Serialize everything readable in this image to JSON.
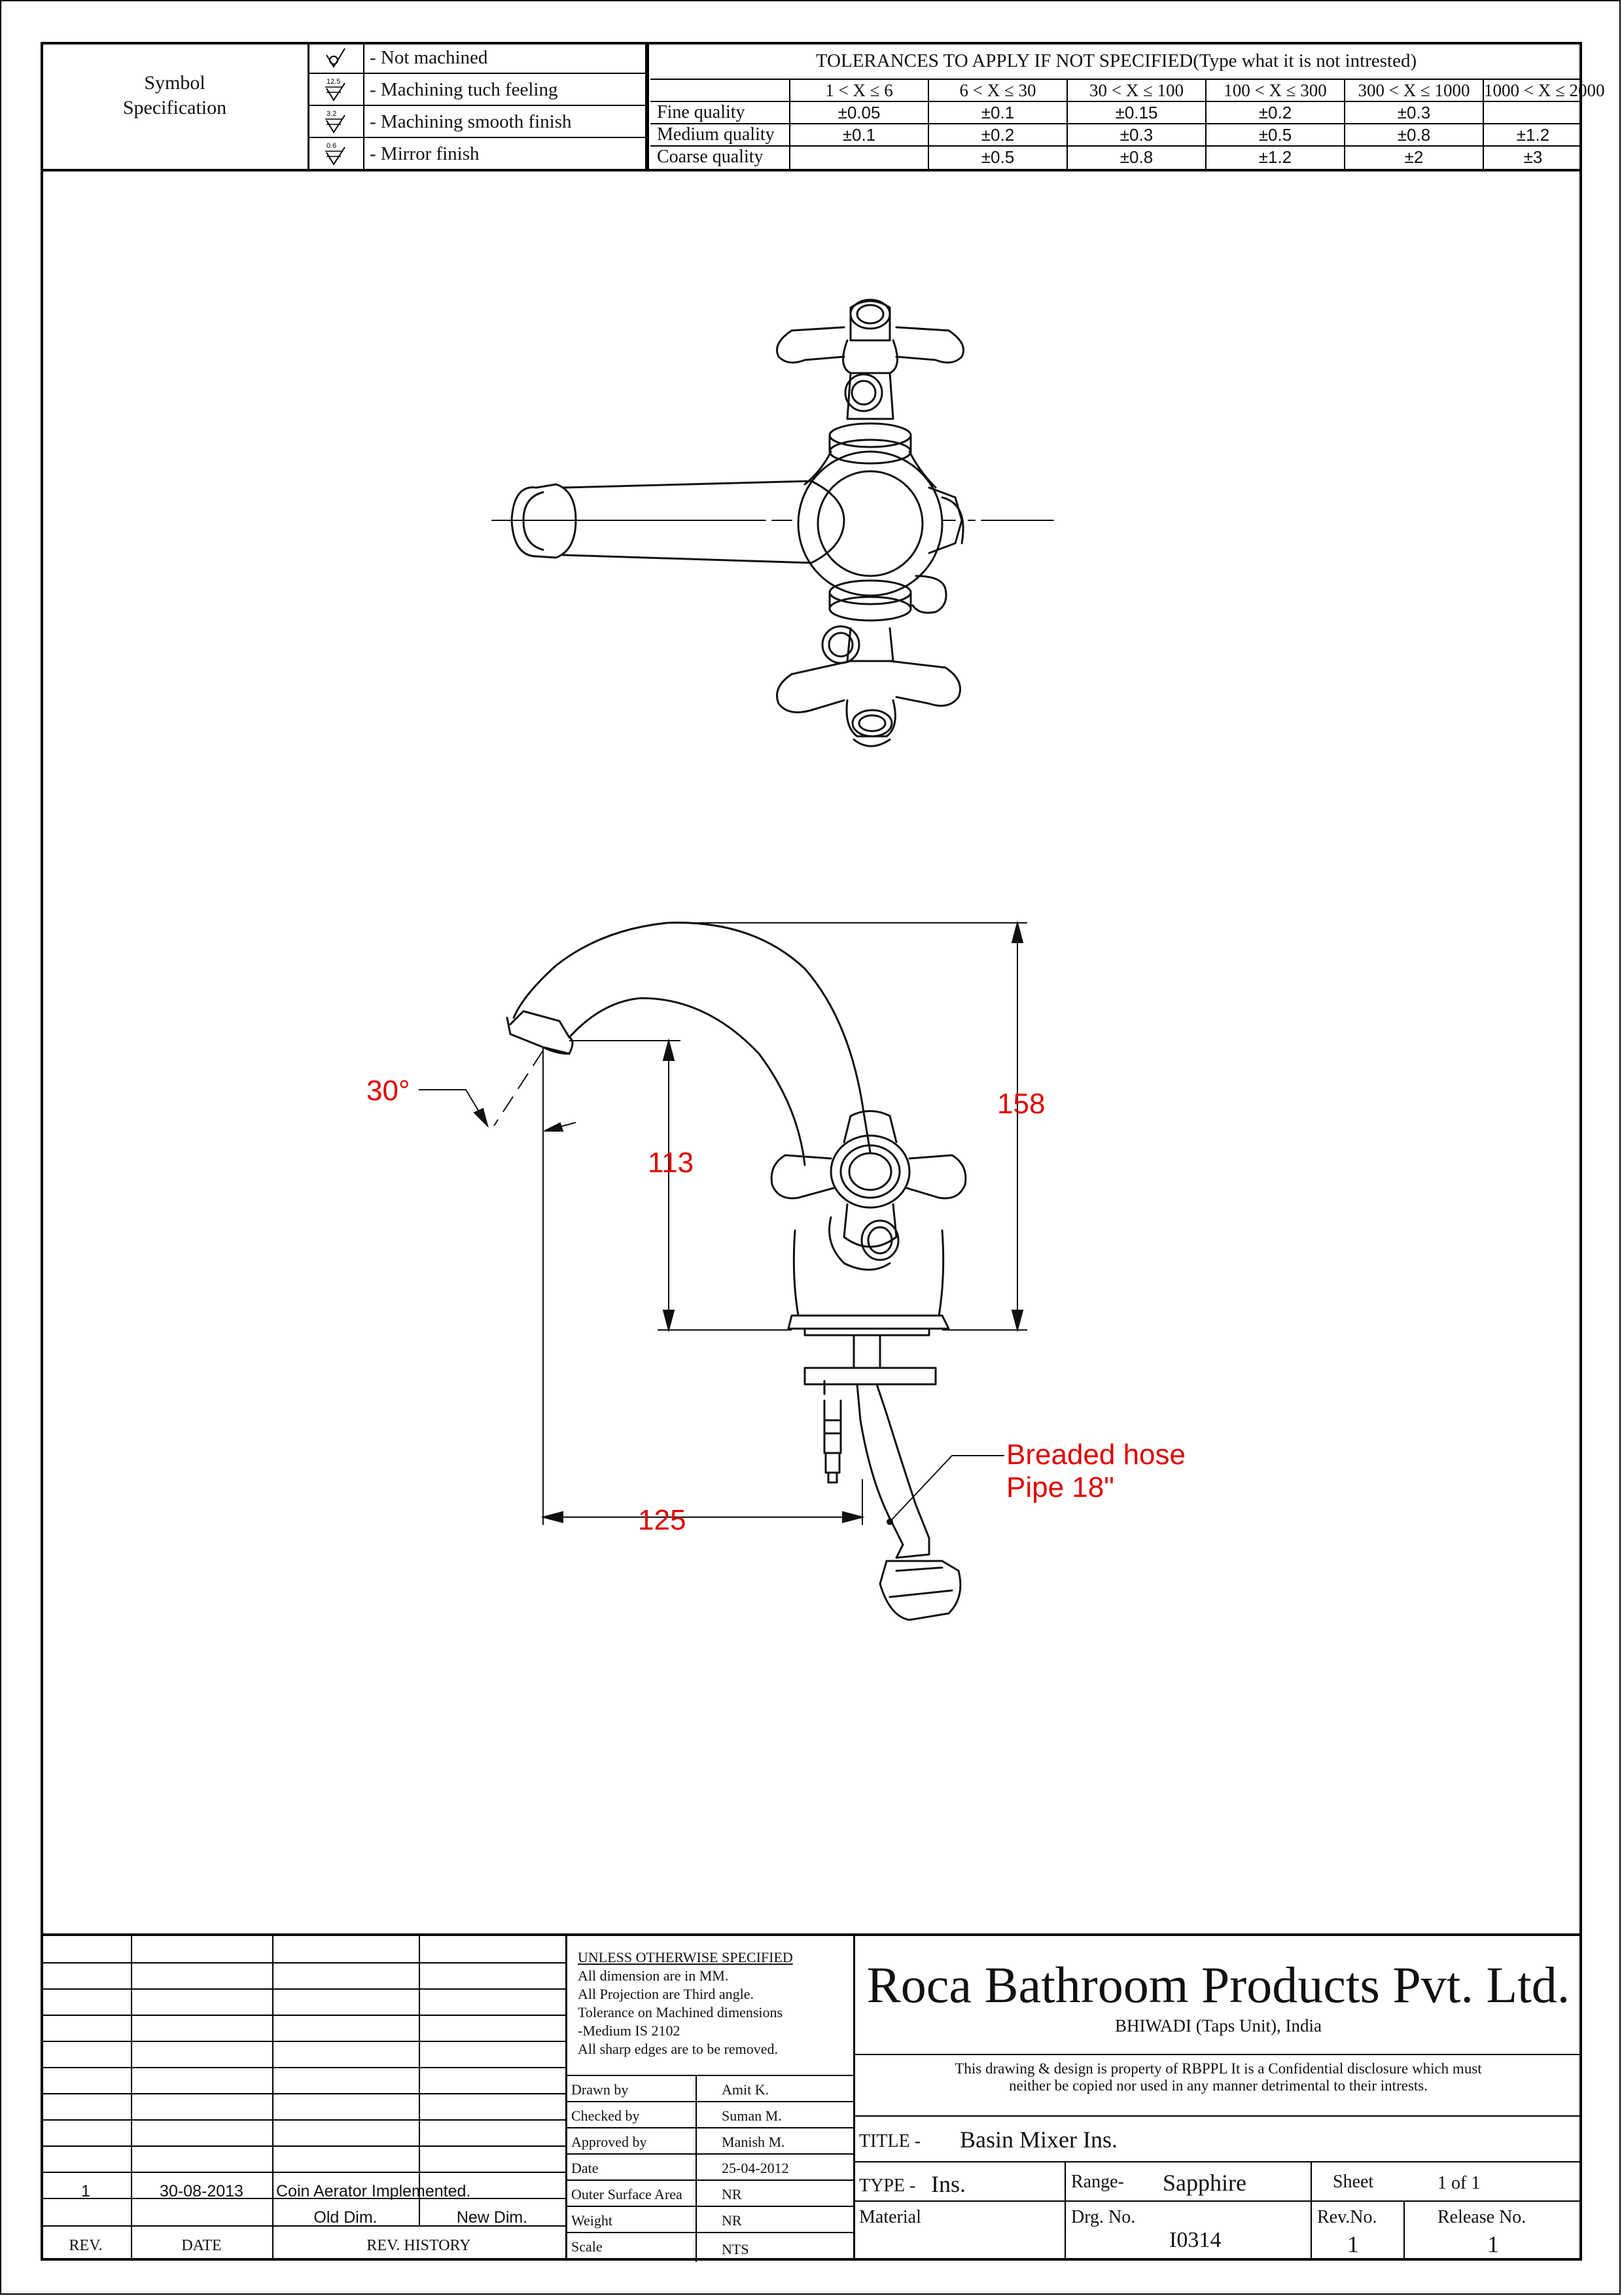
{
  "symbols": {
    "title_line1": "Symbol",
    "title_line2": "Specification",
    "items": [
      {
        "icon": "not-machined-symbol",
        "code": "",
        "label": "- Not machined"
      },
      {
        "icon": "machining-feel-symbol",
        "code": "12.5",
        "label": "- Machining tuch feeling"
      },
      {
        "icon": "smooth-finish-symbol",
        "code": "3.2",
        "label": "- Machining smooth finish"
      },
      {
        "icon": "mirror-finish-symbol",
        "code": "0.6",
        "label": "- Mirror finish"
      }
    ]
  },
  "tolerances": {
    "title": "TOLERANCES TO APPLY IF NOT SPECIFIED(Type what it is not intrested)",
    "columns": [
      "1 < X ≤ 6",
      "6 < X ≤ 30",
      "30 < X ≤ 100",
      "100 < X ≤ 300",
      "300 < X ≤ 1000",
      "1000 < X ≤ 2000"
    ],
    "rows": [
      {
        "quality": "Fine quality",
        "values": [
          "±0.05",
          "±0.1",
          "±0.15",
          "±0.2",
          "±0.3",
          ""
        ]
      },
      {
        "quality": "Medium quality",
        "values": [
          "±0.1",
          "±0.2",
          "±0.3",
          "±0.5",
          "±0.8",
          "±1.2"
        ]
      },
      {
        "quality": "Coarse quality",
        "values": [
          "",
          "±0.5",
          "±0.8",
          "±1.2",
          "±2",
          "±3"
        ]
      }
    ]
  },
  "dimensions": {
    "angle": "30°",
    "spout_height": "113",
    "total_height": "158",
    "reach": "125",
    "hose_line1": "Breaded hose",
    "hose_line2": "Pipe 18\""
  },
  "notes": {
    "heading": "UNLESS OTHERWISE SPECIFIED",
    "lines": [
      "All dimension are in MM.",
      "All Projection are Third angle.",
      "Tolerance on Machined dimensions",
      "-Medium IS 2102",
      "All sharp edges are to be removed."
    ]
  },
  "approvals": [
    {
      "label": "Drawn by",
      "value": "Amit K."
    },
    {
      "label": "Checked by",
      "value": "Suman M."
    },
    {
      "label": "Approved by",
      "value": "Manish M."
    },
    {
      "label": "Date",
      "value": "25-04-2012"
    },
    {
      "label": "Outer Surface Area",
      "value": "NR"
    },
    {
      "label": "Weight",
      "value": "NR"
    },
    {
      "label": "Scale",
      "value": "NTS"
    }
  ],
  "revisions": {
    "entry": {
      "rev": "1",
      "date": "30-08-2013",
      "history": "Coin Aerator Implemented."
    },
    "old_dim": "Old Dim.",
    "new_dim": "New Dim.",
    "headers": {
      "rev": "REV.",
      "date": "DATE",
      "history": "REV. HISTORY"
    }
  },
  "company": {
    "name": "Roca Bathroom Products Pvt. Ltd.",
    "unit": "BHIWADI (Taps Unit), India",
    "confidential_line1": "This drawing & design is property of RBPPL It is a Confidential disclosure which must",
    "confidential_line2": "neither be copied nor used in any manner detrimental to their intrests."
  },
  "title_block": {
    "title_label": "TITLE -",
    "title": "Basin Mixer Ins.",
    "type_label": "TYPE -",
    "type": "Ins.",
    "range_label": "Range-",
    "range": "Sapphire",
    "sheet_label": "Sheet",
    "sheet": "1 of 1",
    "material_label": "Material",
    "drg_label": "Drg. No.",
    "drg_no": "I0314",
    "rev_label": "Rev.No.",
    "rev_no": "1",
    "release_label": "Release No.",
    "release_no": "1"
  },
  "colors": {
    "dimension": "#e00000",
    "line": "#111111"
  }
}
